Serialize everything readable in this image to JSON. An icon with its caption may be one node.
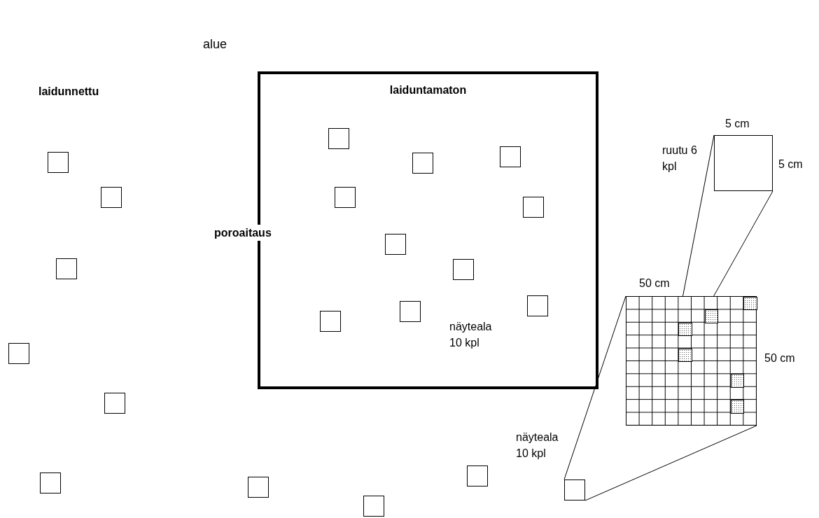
{
  "diagram": {
    "nodes": [
      {
        "text": [
          "laiduntamaton"
        ]
      },
      {
        "text": [],
        "shape": "box",
        "in": 0
      },
      {
        "text": [],
        "shape": "box",
        "in": 0
      },
      {
        "text": [],
        "shape": "box",
        "in": 0
      },
      {
        "text": [],
        "shape": "box",
        "in": 0
      },
      {
        "text": [],
        "shape": "box",
        "in": 0
      },
      {
        "text": [],
        "shape": "box",
        "in": 0
      },
      {
        "text": [],
        "shape": "box",
        "in": 0
      },
      {
        "text": [],
        "shape": "box",
        "in": 0
      },
      {
        "text": [],
        "shape": "box",
        "in": 0
      },
      {
        "text": [],
        "shape": "box",
        "in": 0
      },
      {
        "text": [],
        "shape": "box"
      },
      {
        "text": [],
        "shape": "box"
      },
      {
        "text": [],
        "shape": "box"
      },
      {
        "text": [],
        "shape": "box"
      },
      {
        "text": [],
        "shape": "box"
      },
      {
        "text": [],
        "shape": "box"
      },
      {
        "text": [],
        "shape": "box"
      },
      {
        "text": [],
        "shape": "box"
      },
      {
        "text": [],
        "shape": "box"
      },
      {
        "text": [],
        "shape": "box"
      },
      {
        "text": [],
        "shape": "box",
        "beside": [
          "5 cm",
          "5 cm"
        ]
      },
      {
        "text": [],
        "shape": "grid",
        "beside": [
          "50 cm",
          "50 cm"
        ]
      },
      {
        "text": [],
        "shape": "box",
        "in": 22
      },
      {
        "text": [],
        "shape": "box",
        "in": 22
      },
      {
        "text": [],
        "shape": "box",
        "in": 22
      },
      {
        "text": [],
        "shape": "box",
        "in": 22
      },
      {
        "text": [],
        "shape": "box",
        "in": 22
      },
      {
        "text": [],
        "shape": "box",
        "in": 22
      }
    ],
    "edges": [
      {
        "from": 19,
        "to": 22,
        "arrow": "none"
      },
      {
        "from": 19,
        "to": 22,
        "arrow": "none"
      },
      {
        "from": 25,
        "to": 21,
        "arrow": "none"
      },
      {
        "from": 25,
        "to": 21,
        "arrow": "none"
      }
    ],
    "labels": [
      "alue",
      "laidunnettu",
      "ruutu 6 kpl",
      "poroaitaus",
      "näyteala 10 kpl",
      "näyteala 10 kpl"
    ]
  }
}
